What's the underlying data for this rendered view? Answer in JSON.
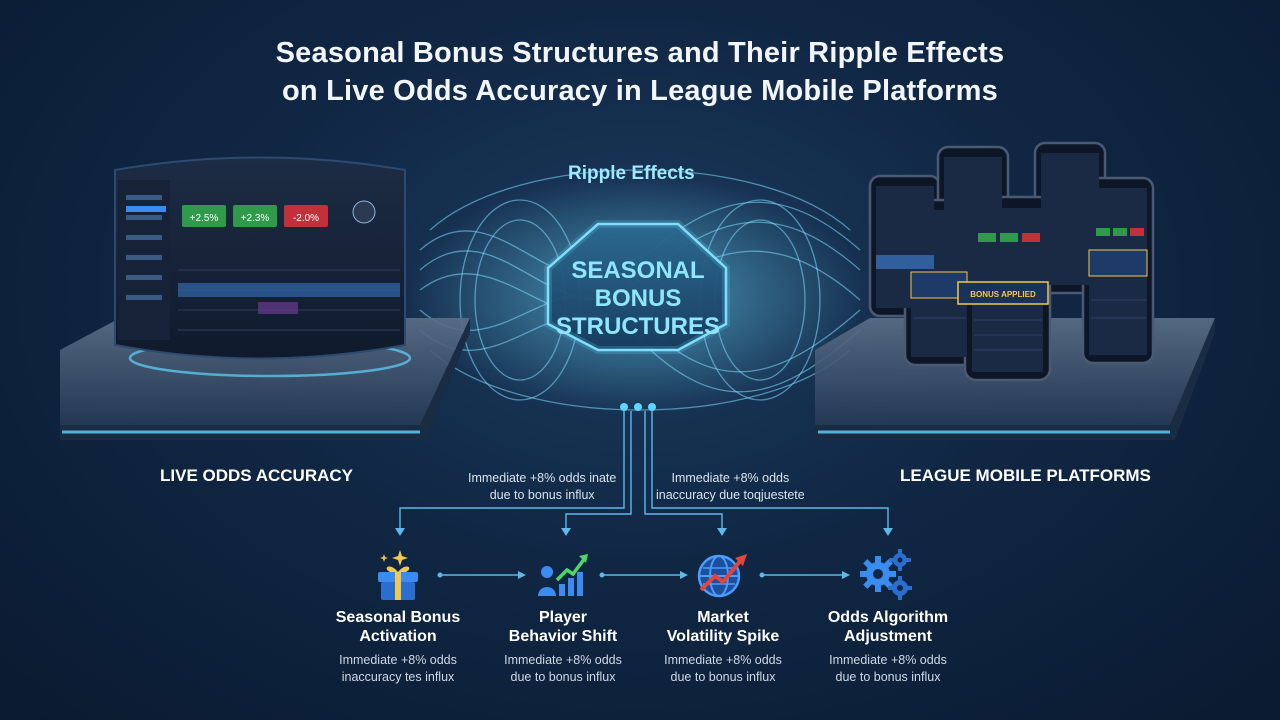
{
  "title": {
    "line1": "Seasonal Bonus Structures and Their Ripple Effects",
    "line2": "on Live Odds Accuracy in League Mobile Platforms"
  },
  "ripple_label": "Ripple Effects",
  "center": {
    "line1": "SEASONAL",
    "line2": "BONUS",
    "line3": "STRUCTURES"
  },
  "left_label": "LIVE ODDS ACCURACY",
  "right_label": "LEAGUE MOBILE PLATFORMS",
  "mid_notes": {
    "left": {
      "line1": "Immediate +8% odds inate",
      "line2": "due to bonus influx"
    },
    "right": {
      "line1": "Immediate +8% odds",
      "line2": "inaccuracy due toqjuestete"
    }
  },
  "dashboard": {
    "badges": [
      "+2.5%",
      "+2.3%",
      "-2.0%"
    ],
    "badge_colors": [
      "#2f9a4a",
      "#2f9a4a",
      "#c2303a"
    ]
  },
  "phone_banner": "BONUS APPLIED",
  "steps": [
    {
      "icon": "gift-icon",
      "title1": "Seasonal Bonus",
      "title2": "Activation",
      "desc1": "Immediate +8% odds",
      "desc2": "inaccuracy tes influx"
    },
    {
      "icon": "growth-chart-icon",
      "title1": "Player",
      "title2": "Behavior Shift",
      "desc1": "Immediate +8% odds",
      "desc2": "due to bonus influx"
    },
    {
      "icon": "globe-trend-icon",
      "title1": "Market",
      "title2": "Volatility Spike",
      "desc1": "Immediate +8% odds",
      "desc2": "due to bonus influx"
    },
    {
      "icon": "gears-icon",
      "title1": "Odds Algorithm",
      "title2": "Adjustment",
      "desc1": "Immediate +8% odds",
      "desc2": "due to bonus influx"
    }
  ],
  "colors": {
    "accent": "#5fd6ff",
    "icon_blue": "#3b8cf0",
    "icon_gold": "#f4c84a",
    "trend_red": "#e2453c"
  }
}
